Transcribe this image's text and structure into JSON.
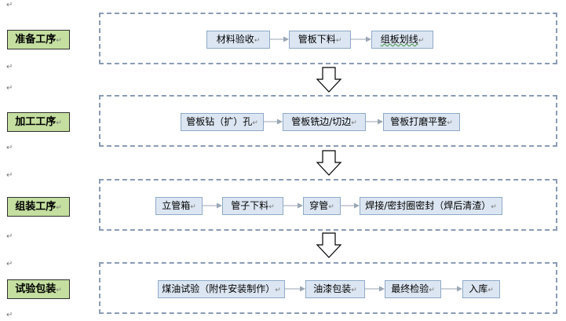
{
  "paragraph_mark": "↵",
  "stages": [
    {
      "id": "prep",
      "label": "准备工序",
      "steps": [
        {
          "id": "material-inspection",
          "text": "材料验收"
        },
        {
          "id": "tubesheet-cutting",
          "text": "管板下料"
        },
        {
          "id": "plate-marking",
          "text": "组板划线"
        }
      ]
    },
    {
      "id": "machining",
      "label": "加工工序",
      "steps": [
        {
          "id": "tubesheet-drilling",
          "text": "管板钻（扩）孔"
        },
        {
          "id": "tubesheet-edge-milling",
          "text": "管板铣边/切边"
        },
        {
          "id": "tubesheet-grinding",
          "text": "管板打磨平整"
        }
      ]
    },
    {
      "id": "assembly",
      "label": "组装工序",
      "steps": [
        {
          "id": "tube-box-erecting",
          "text": "立管箱"
        },
        {
          "id": "tube-cutting",
          "text": "管子下料"
        },
        {
          "id": "tube-threading",
          "text": "穿管"
        },
        {
          "id": "welding-sealing",
          "text": "焊接/密封圈密封（焊后清渣）"
        }
      ]
    },
    {
      "id": "testing",
      "label": "试验包装",
      "steps": [
        {
          "id": "kerosene-test",
          "text": "煤油试验（附件安装制作）"
        },
        {
          "id": "painting-packing",
          "text": "油漆包装"
        },
        {
          "id": "final-inspection",
          "text": "最终检验"
        },
        {
          "id": "warehousing",
          "text": "入库"
        }
      ]
    }
  ]
}
